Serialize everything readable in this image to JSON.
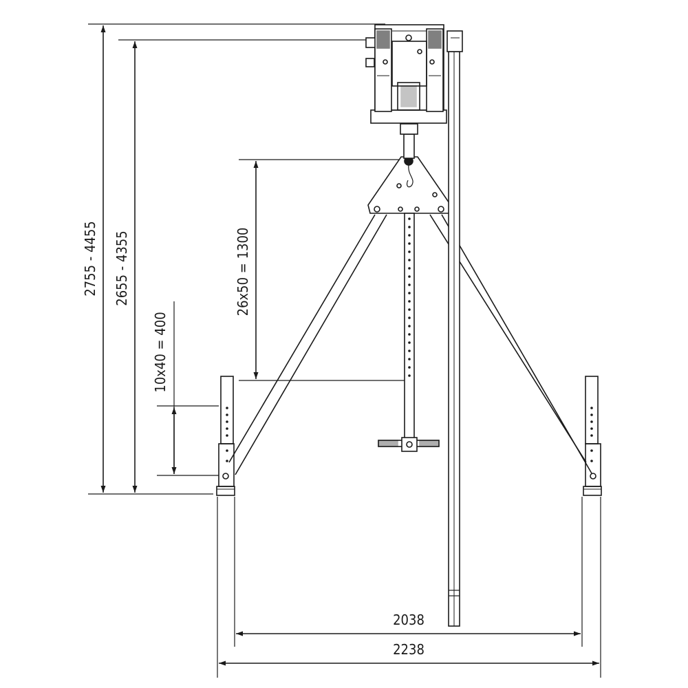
{
  "dimensions": {
    "total_height_outer": "2755 - 4455",
    "total_height_inner": "2655 - 4355",
    "leg_adjustment": "10x40 = 400",
    "column_adjustment": "26x50 = 1300",
    "inner_width": "2038",
    "outer_width": "2238"
  },
  "colors": {
    "line": "#1a1a1a",
    "background": "#ffffff"
  },
  "icons": {
    "arrowhead": "filled-triangle"
  }
}
